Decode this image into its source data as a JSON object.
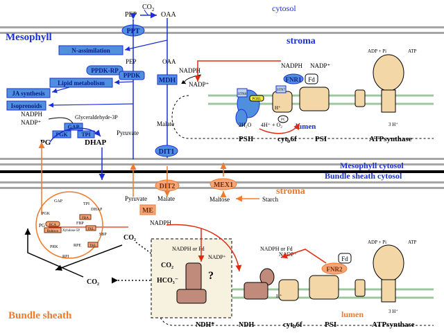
{
  "top": {
    "co2_label": "CO",
    "co2_sub": "2",
    "pep_label": "PEP",
    "oaa_label": "OAA",
    "cytosol_label": "cytosol",
    "mesophyll_title": "Mesophyll",
    "stroma_label": "stroma",
    "ppt_label": "PPT",
    "n_assimilation": "N-assimilation",
    "pep_inner": "PEP",
    "oaa_inner": "OAA",
    "ppdk_rp": "PPDK-RP",
    "ppdk": "PPDK",
    "lipid_metabolism": "Lipid metabolism",
    "ja_synthesis": "JA synthesis",
    "isoprenoids": "Isoprenoids",
    "nadph": "NADPH",
    "nadp": "NADP⁺",
    "glyceraldehyde": "Glyceraldehyde-3P",
    "gap": "GAP",
    "pgk": "PGK",
    "tpi": "TPI",
    "pg": "PG",
    "dhap": "DHAP",
    "pyruvate": "Pyruvate",
    "mdh": "MDH",
    "mdh_nadph": "NADPH",
    "mdh_nadp": "NADP⁺",
    "malate": "Malate",
    "dit1": "DIT1",
    "mesophyll_cytosol": "Mesophyll cytosol",
    "lumen": "lumen",
    "psii": "PSII",
    "cyt": "cyt",
    "cyt_sub": "b",
    "cyt_f": "6f",
    "psi": "PSI",
    "atpsynthase": "ATPsynthase",
    "water": "2H₂O",
    "oxygen": "4H⁺ + O₂",
    "h_plus": "H⁺",
    "three_h": "3 H⁺",
    "adp_pi": "ADP + Pi",
    "atp": "ATP",
    "fnr1": "FNR1",
    "fd": "Fd",
    "fnr_nadph": "NADPH",
    "fnr_nadp": "NADP⁺",
    "stn8": "STN8",
    "stn7": "STN7",
    "pgrl": "PGRL",
    "pc": "PC"
  },
  "bottom": {
    "bundle_sheath_cytosol": "Bundle sheath cytosol",
    "dit2": "DIT2",
    "mex1": "MEX1",
    "stroma_label": "stroma",
    "pyruvate": "Pyruvate",
    "malate": "Malate",
    "me": "ME",
    "nadph": "NADPH",
    "maltose": "Maltose",
    "starch": "Starch",
    "co2": "CO₂",
    "co2_cytosol": "CO₂",
    "hco3": "HCO₃⁻",
    "nadph_or_fd": "NADPH or Fd",
    "nadp": "NADP⁺",
    "question": "?",
    "ndh_star": "NDH*",
    "ndh": "NDH",
    "cyt": "cyt",
    "cyt_sub": "b",
    "cyt_f": "6f",
    "psi": "PSI",
    "lumen": "lumen",
    "atpsynthase": "ATPsynthase",
    "bundle_sheath_title": "Bundle sheath",
    "fnr2": "FNR2",
    "fd": "Fd",
    "nadph_or_fd_right": "NADPH or Fd",
    "nadp_right": "NADP⁺",
    "adp_pi": "ADP + Pi",
    "atp": "ATP",
    "three_h": "3 H⁺",
    "h_plus": "H⁺",
    "calvin": {
      "gap": "GAP",
      "tpi": "TPI",
      "dhap": "DHAP",
      "pgk": "PGK",
      "fba": "FBA",
      "fbp": "FBP",
      "pg": "PG",
      "rca": "RCA",
      "rubisco": "Rubisco",
      "xylulose": "Xylulose-5P",
      "tkl": "TKL",
      "sbp": "SBP",
      "rpe": "RPE",
      "prk": "PRK",
      "rpi": "RPI"
    }
  },
  "colors": {
    "blue": "#1c2fd6",
    "dark_blue": "#0a1a8c",
    "orange": "#f07a2a",
    "red": "#e02a10",
    "box_blue": "#4f8fdd",
    "box_orange": "#f2a679",
    "membrane": "#9a9a9a",
    "protein": "#f3d7a6"
  }
}
